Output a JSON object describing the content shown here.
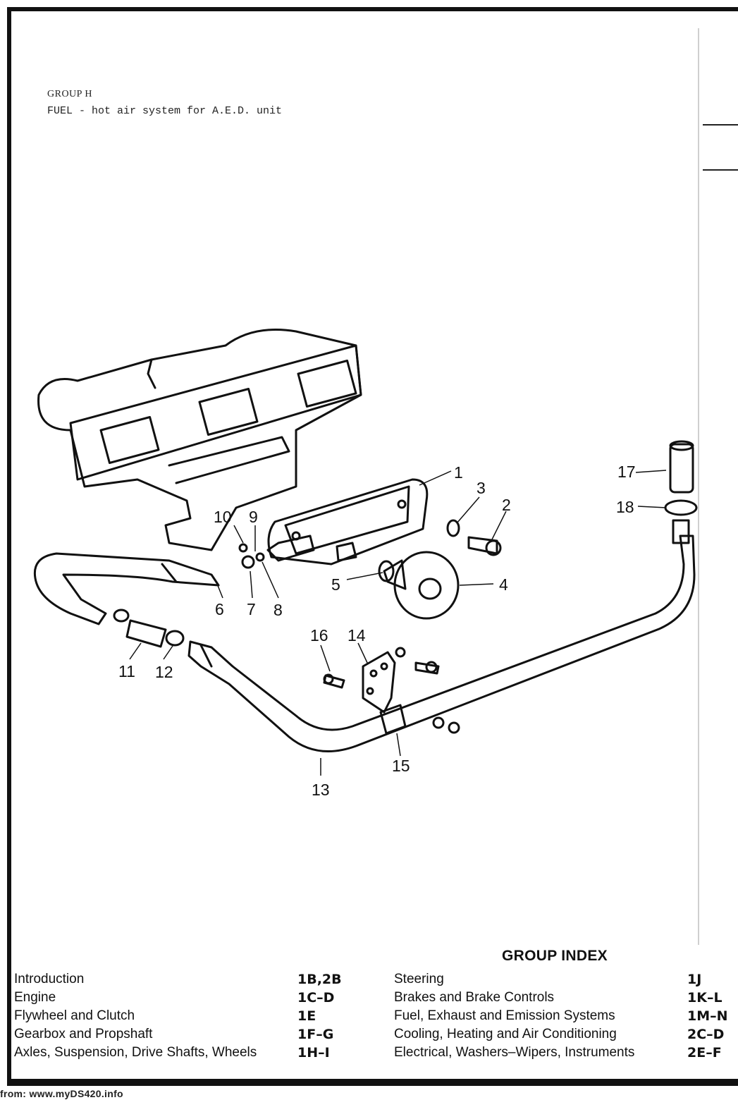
{
  "header": {
    "group": "GROUP H",
    "subtitle": "FUEL  - hot air system for A.E.D. unit"
  },
  "callouts": [
    "1",
    "2",
    "3",
    "4",
    "5",
    "6",
    "7",
    "8",
    "9",
    "10",
    "11",
    "12",
    "13",
    "14",
    "15",
    "16",
    "17",
    "18"
  ],
  "group_index": {
    "title": "GROUP INDEX",
    "left": [
      {
        "label": "Introduction",
        "code": "1B,2B"
      },
      {
        "label": "Engine",
        "code": "1C–D"
      },
      {
        "label": "Flywheel and Clutch",
        "code": "1E"
      },
      {
        "label": "Gearbox and Propshaft",
        "code": "1F–G"
      },
      {
        "label": "Axles, Suspension, Drive Shafts, Wheels",
        "code": "1H–I"
      }
    ],
    "right": [
      {
        "label": "Steering",
        "code": "1J"
      },
      {
        "label": "Brakes and Brake Controls",
        "code": "1K–L"
      },
      {
        "label": "Fuel, Exhaust and Emission Systems",
        "code": "1M–N"
      },
      {
        "label": "Cooling, Heating and Air Conditioning",
        "code": "2C–D"
      },
      {
        "label": "Electrical, Washers–Wipers, Instruments",
        "code": "2E–F"
      }
    ]
  },
  "footer": {
    "source": "from: www.myDS420.info"
  }
}
